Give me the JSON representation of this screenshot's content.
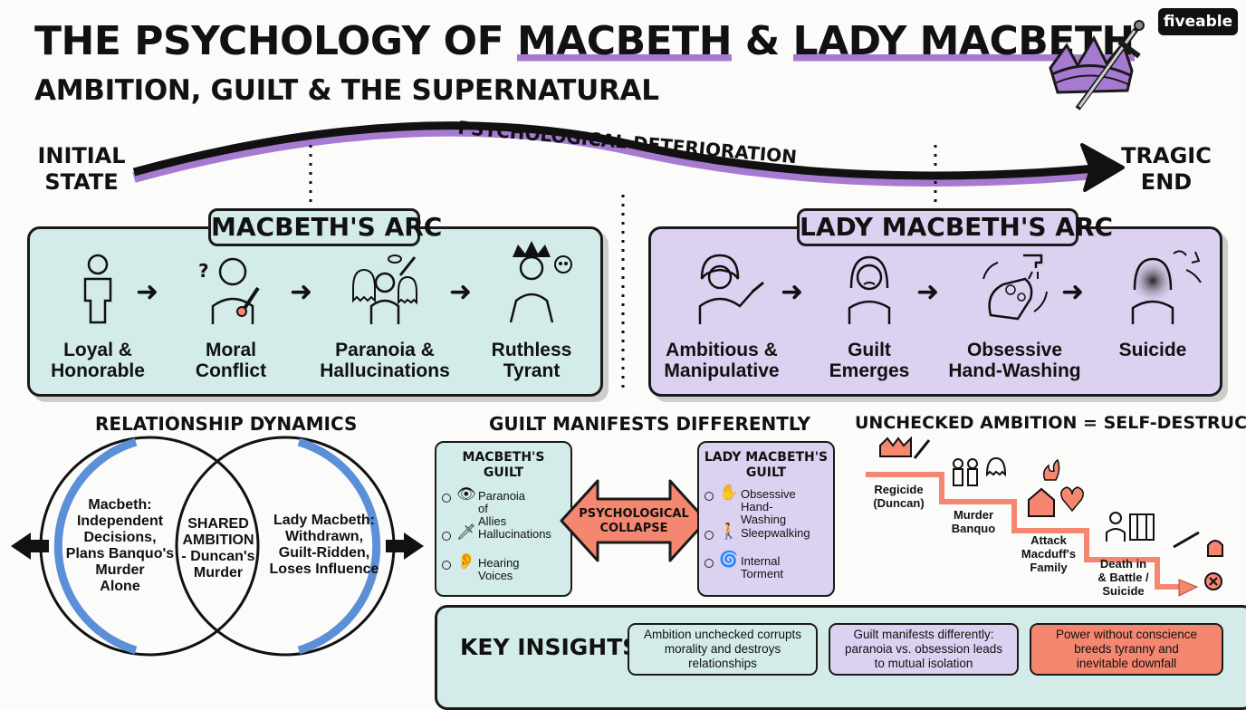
{
  "header": {
    "title_part1": "THE PSYCHOLOGY OF ",
    "title_part2": "MACBETH",
    "title_part3": " & ",
    "title_part4": "LADY MACBETH",
    "subtitle": "AMBITION, GUILT & THE SUPERNATURAL",
    "logo": "fiveable"
  },
  "timeline": {
    "start_label_line1": "INITIAL",
    "start_label_line2": "STATE",
    "middle_label": "PSYCHOLOGICAL DETERIORATION",
    "end_label_line1": "TRAGIC",
    "end_label_line2": "END"
  },
  "macbeth_arc": {
    "heading": "MACBETH'S ARC",
    "stages": [
      {
        "line1": "Loyal &",
        "line2": "Honorable",
        "icon": "standing-person-icon"
      },
      {
        "line1": "Moral",
        "line2": "Conflict",
        "icon": "confused-person-icon"
      },
      {
        "line1": "Paranoia &",
        "line2": "Hallucinations",
        "icon": "ghosts-icon"
      },
      {
        "line1": "Ruthless",
        "line2": "Tyrant",
        "icon": "crowned-tyrant-icon"
      }
    ]
  },
  "lady_arc": {
    "heading": "LADY MACBETH'S ARC",
    "stages": [
      {
        "line1": "Ambitious &",
        "line2": "Manipulative",
        "icon": "pointing-woman-icon"
      },
      {
        "line1": "Guilt",
        "line2": "Emerges",
        "icon": "sad-woman-icon"
      },
      {
        "line1": "Obsessive",
        "line2": "Hand-Washing",
        "icon": "washing-hands-icon"
      },
      {
        "line1": "Suicide",
        "line2": "",
        "icon": "shadow-woman-icon"
      }
    ]
  },
  "relationship": {
    "heading": "RELATIONSHIP DYNAMICS",
    "left_lines": [
      "Macbeth:",
      "Independent",
      "Decisions,",
      "Plans Banquo's",
      "Murder",
      "Alone"
    ],
    "center_lines": [
      "SHARED",
      "AMBITION",
      "- Duncan's",
      "Murder"
    ],
    "right_lines": [
      "Lady Macbeth:",
      "Withdrawn,",
      "Guilt-Ridden,",
      "Loses Influence"
    ]
  },
  "guilt": {
    "heading": "GUILT MANIFESTS DIFFERENTLY",
    "macbeth_title_line1": "MACBETH'S",
    "macbeth_title_line2": "GUILT",
    "macbeth_items": [
      {
        "line1": "Paranoia of",
        "line2": "Allies",
        "icon": "eye-icon"
      },
      {
        "line1": "Hallucinations",
        "line2": "",
        "icon": "dagger-icon"
      },
      {
        "line1": "Hearing",
        "line2": "Voices",
        "icon": "ear-icon"
      }
    ],
    "center_line1": "PSYCHOLOGICAL",
    "center_line2": "COLLAPSE",
    "lady_title_line1": "LADY MACBETH'S",
    "lady_title_line2": "GUILT",
    "lady_items": [
      {
        "line1": "Obsessive",
        "line2": "Hand-Washing",
        "icon": "hand-icon"
      },
      {
        "line1": "Sleepwalking",
        "line2": "",
        "icon": "walking-icon"
      },
      {
        "line1": "Internal",
        "line2": "Torment",
        "icon": "spiral-icon"
      }
    ]
  },
  "ambition": {
    "heading": "UNCHECKED AMBITION = SELF-DESTRUCTION",
    "steps": [
      {
        "line1": "Regicide",
        "line2": "(Duncan)",
        "line3": ""
      },
      {
        "line1": "Murder",
        "line2": "Banquo",
        "line3": ""
      },
      {
        "line1": "Attack",
        "line2": "Macduff's",
        "line3": "Family"
      },
      {
        "line1": "Death in",
        "line2": "& Battle /",
        "line3": "Suicide"
      }
    ]
  },
  "insights": {
    "heading": "KEY INSIGHTS",
    "items": [
      {
        "line1": "Ambition unchecked corrupts",
        "line2": "morality and destroys",
        "line3": "relationships"
      },
      {
        "line1": "Guilt manifests differently:",
        "line2": "paranoia vs. obsession leads",
        "line3": "to mutual isolation"
      },
      {
        "line1": "Power without conscience",
        "line2": "breeds tyranny and",
        "line3": "inevitable downfall"
      }
    ]
  },
  "colors": {
    "teal": "#d3ece9",
    "lavender": "#ddd1f1",
    "coral": "#f58670",
    "purple_accent": "#a77ad1",
    "blue_accent": "#5b8fd8"
  }
}
